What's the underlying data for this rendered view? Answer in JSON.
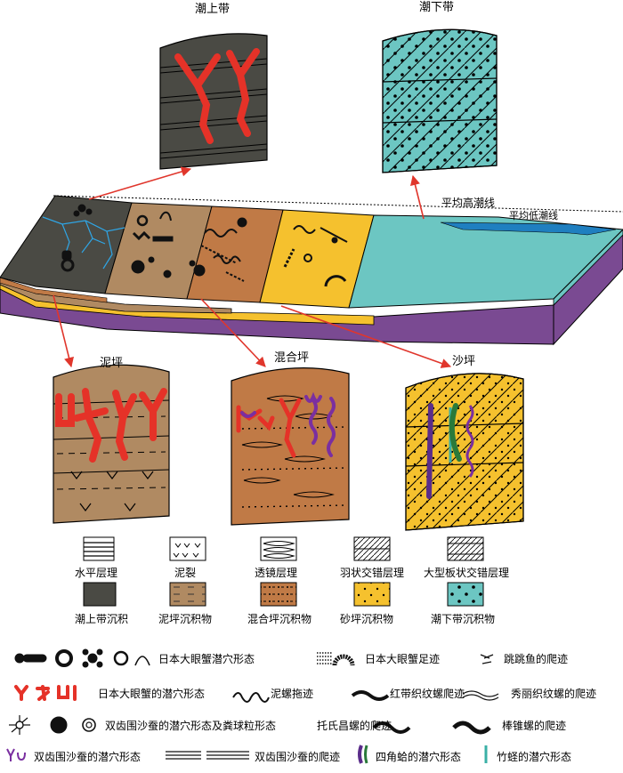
{
  "zones": {
    "upper_intertidal": "潮上带",
    "subtidal": "潮下带",
    "mud_flat": "泥坪",
    "mixed_flat": "混合坪",
    "sand_flat": "沙坪"
  },
  "tide_lines": {
    "mean_high": "平均高潮线",
    "mean_low": "平均低潮线"
  },
  "legend_structures": [
    {
      "id": "horizontal",
      "label": "水平层理"
    },
    {
      "id": "mudcrack",
      "label": "泥裂"
    },
    {
      "id": "lenticular",
      "label": "透镜层理"
    },
    {
      "id": "herringbone",
      "label": "羽状交错层理"
    },
    {
      "id": "tabular",
      "label": "大型板状交错层理"
    }
  ],
  "legend_sediments": [
    {
      "id": "supratidal",
      "label": "潮上带沉积",
      "color": "#4a4a44"
    },
    {
      "id": "mudflat",
      "label": "泥坪沉积物",
      "color": "#b08a62"
    },
    {
      "id": "mixedflat",
      "label": "混合坪沉积物",
      "color": "#c07a46"
    },
    {
      "id": "sandflat",
      "label": "砂坪沉积物",
      "color": "#f5c12e"
    },
    {
      "id": "subtidal",
      "label": "潮下带沉积物",
      "color": "#6cc6c2"
    }
  ],
  "legend_traces": [
    "日本大眼蟹潜穴形态",
    "日本大眼蟹足迹",
    "跳跳鱼的爬迹",
    "日本大眼蟹的潜穴形态",
    "泥螺拖迹",
    "红带织纹螺爬迹",
    "秀丽织纹螺的爬迹",
    "双齿围沙蚕的潜穴形态及粪球粒形态",
    "托氏昌螺的爬迹",
    "棒锥螺的爬迹",
    "双齿围沙蚕的潜穴形态",
    "双齿围沙蚕的爬迹",
    "四角蛤的潜穴形态",
    "竹蛏的潜穴形态"
  ],
  "colors": {
    "dark": "#4a4a44",
    "mud": "#b08a62",
    "mixed": "#c07a46",
    "sand": "#f5c12e",
    "teal": "#6cc6c2",
    "purple": "#7a4a92",
    "arrow": "#e0362c",
    "burrow": "#e53228",
    "blue_water": "#1f7fc0"
  }
}
